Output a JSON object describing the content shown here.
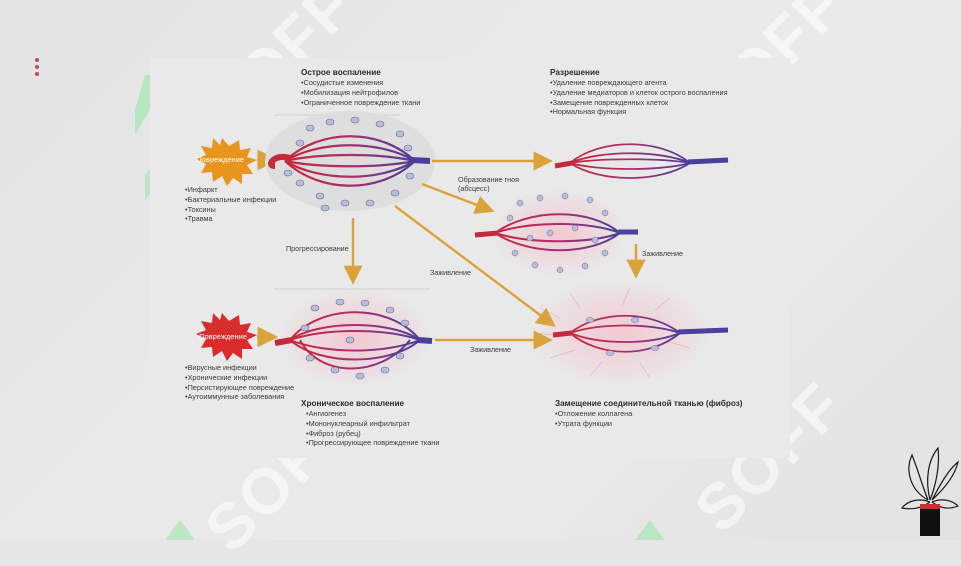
{
  "watermark": "SOFF",
  "top_center": {
    "title": "Острое воспаление",
    "items": [
      "Сосудистые изменения",
      "Мобилизация нейтрофилов",
      "Ограниченное повреждение ткани"
    ]
  },
  "top_right": {
    "title": "Разрешение",
    "items": [
      "Удаление повреждающего агента",
      "Удаление медиаторов и клеток острого воспаления",
      "Замещение поврежденных клеток",
      "Нормальная функция"
    ]
  },
  "injury_top": {
    "label": "Повреждение",
    "items": [
      "Инфаркт",
      "Бактериальные инфекции",
      "Токсины",
      "Травма"
    ]
  },
  "injury_bottom": {
    "label": "Повреждение",
    "items": [
      "Вирусные инфекции",
      "Хронические инфекции",
      "Персистирующее повреждение",
      "Аутоиммунные заболевания"
    ]
  },
  "bottom_center": {
    "title": "Хроническое воспаление",
    "items": [
      "Ангиогенез",
      "Мононуклеарный инфильтрат",
      "Фиброз (рубец)",
      "Прогрессирующее повреждение ткани"
    ]
  },
  "bottom_right": {
    "title": "Замещение соединительной тканью (фиброз)",
    "items": [
      "Отложение коллагена",
      "Утрата функции"
    ]
  },
  "arrows": {
    "abscess": "Образование гноя (абсцесс)",
    "progression": "Прогрессирование",
    "healing_diag": "Заживление",
    "healing_right": "Заживление",
    "healing_bottom": "Заживление"
  },
  "colors": {
    "artery": "#c8283c",
    "vein": "#4a3f9a",
    "arrow": "#d9a23a",
    "burst_top": "#e8951e",
    "burst_bottom": "#d92c2c",
    "accent_dots": "#c9494a"
  }
}
